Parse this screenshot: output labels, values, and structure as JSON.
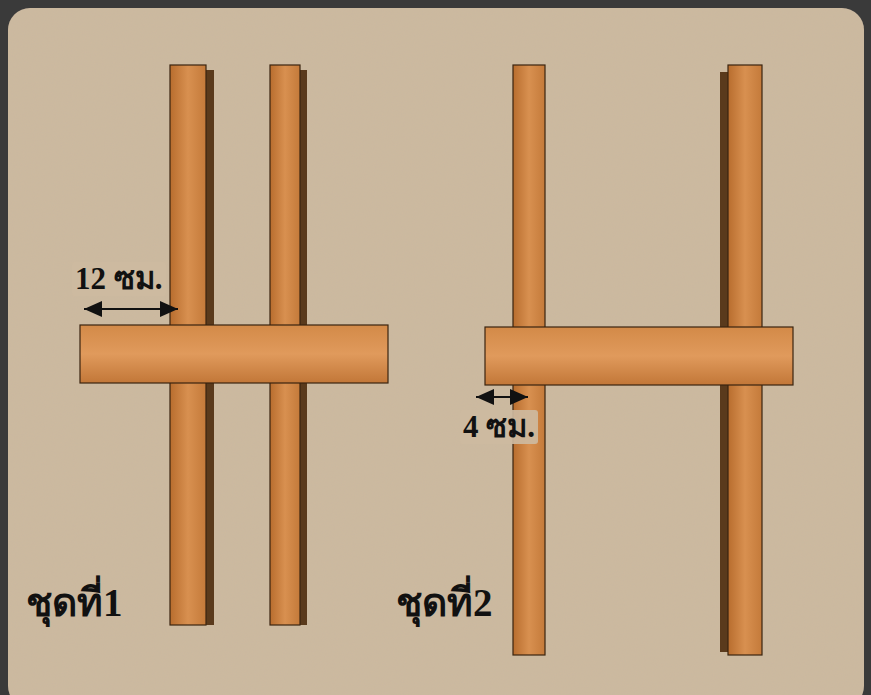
{
  "diagram": {
    "labels": [
      "12 ซม.",
      "4 ซม.",
      "ชุดที่1",
      "ชุดที่2"
    ]
  }
}
